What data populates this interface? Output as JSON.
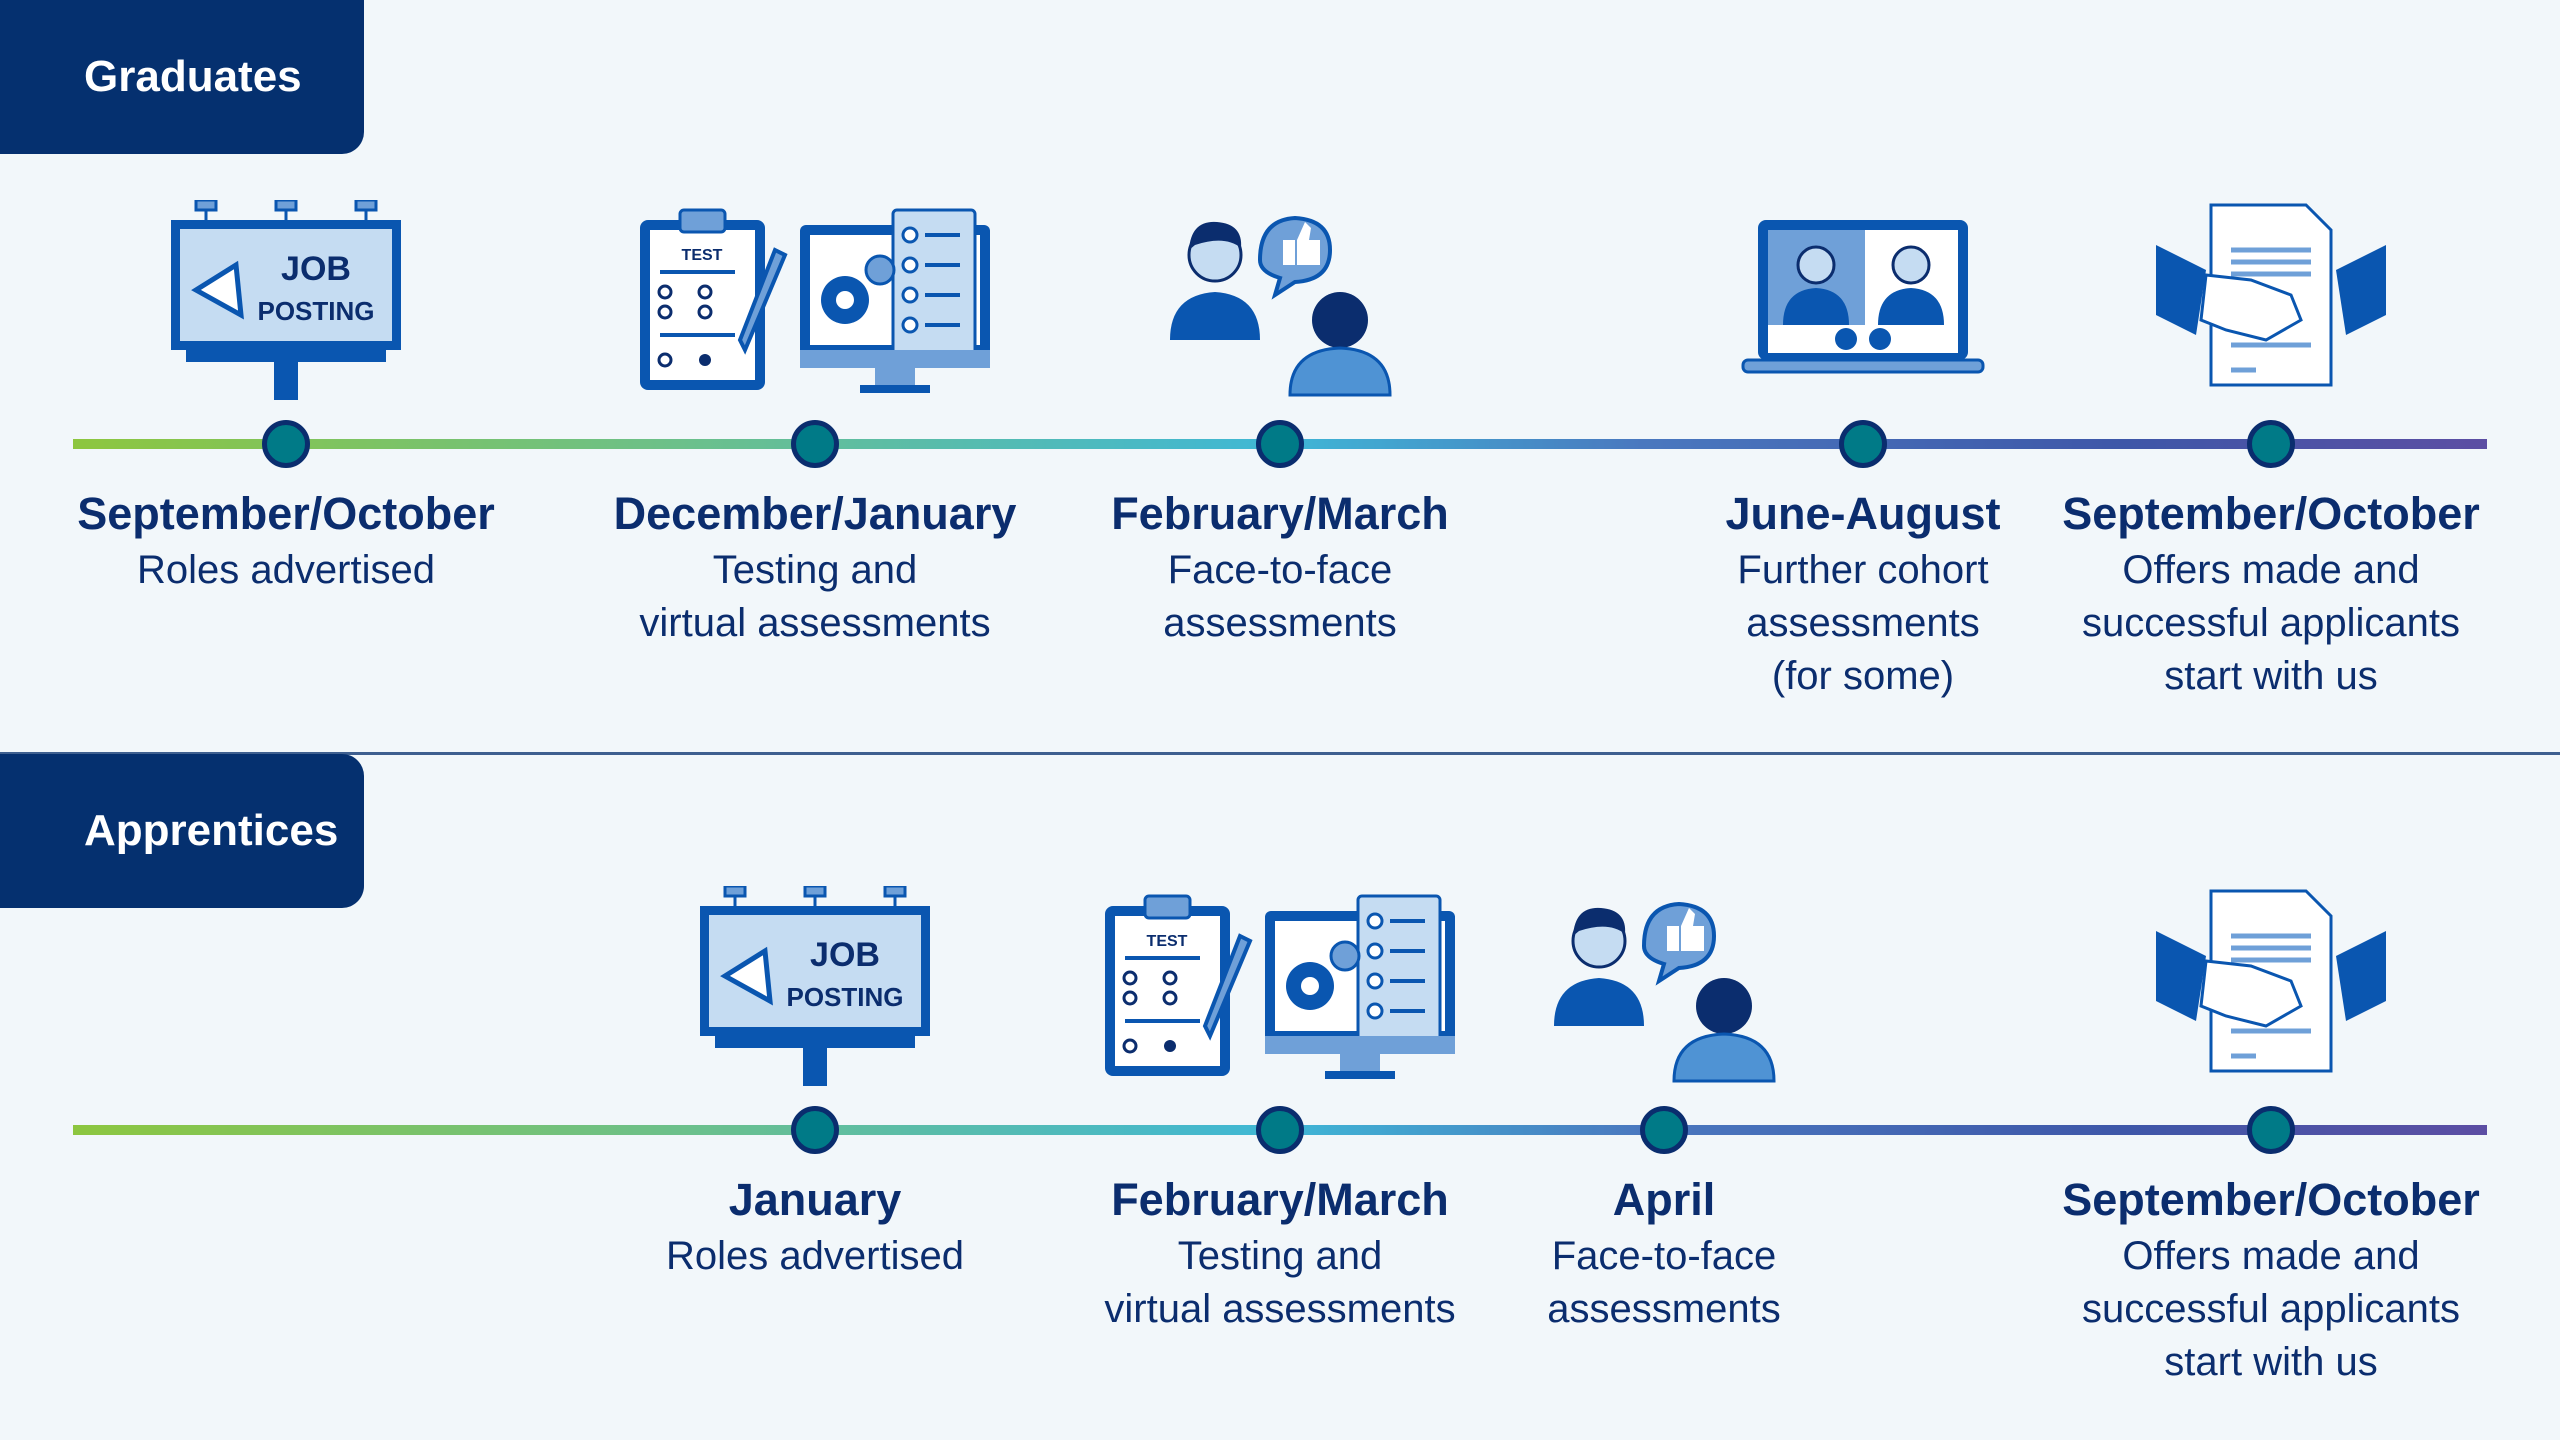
{
  "graduates": {
    "label": "Graduates",
    "steps": [
      {
        "title": "September/October",
        "desc": "Roles advertised",
        "icon": "job-posting-billboard-icon"
      },
      {
        "title": "December/January",
        "desc": "Testing and\nvirtual assessments",
        "icon": "test-and-computer-icon"
      },
      {
        "title": "February/March",
        "desc": "Face-to-face\nassessments",
        "icon": "face-to-face-icon"
      },
      {
        "title": "June-August",
        "desc": "Further cohort\nassessments\n(for some)",
        "icon": "video-call-laptop-icon"
      },
      {
        "title": "September/October",
        "desc": "Offers made and\nsuccessful applicants\nstart with us",
        "icon": "handshake-contract-icon"
      }
    ]
  },
  "apprentices": {
    "label": "Apprentices",
    "steps": [
      {
        "title": "January",
        "desc": "Roles advertised",
        "icon": "job-posting-billboard-icon"
      },
      {
        "title": "February/March",
        "desc": "Testing and\nvirtual assessments",
        "icon": "test-and-computer-icon"
      },
      {
        "title": "April",
        "desc": "Face-to-face\nassessments",
        "icon": "face-to-face-icon"
      },
      {
        "title": "September/October",
        "desc": "Offers made and\nsuccessful applicants\nstart with us",
        "icon": "handshake-contract-icon"
      }
    ]
  },
  "icon_text": {
    "job": "JOB",
    "posting": "POSTING",
    "test": "TEST"
  },
  "colors": {
    "navy": "#05306f",
    "dot_fill": "#007a87",
    "line_start": "#8dc63f",
    "line_end": "#5c4ea3",
    "background": "#f2f7fa"
  }
}
